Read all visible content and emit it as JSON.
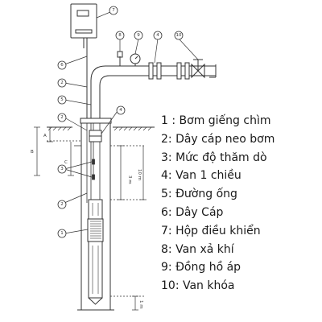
{
  "legend": {
    "items": [
      {
        "id": "1",
        "label": "1 : Bơm giếng chìm"
      },
      {
        "id": "2",
        "label": "2: Dây cáp neo bơm"
      },
      {
        "id": "3",
        "label": "3: Mức độ thăm dò"
      },
      {
        "id": "4",
        "label": "4: Van 1 chiều"
      },
      {
        "id": "5",
        "label": "5: Đường ống"
      },
      {
        "id": "6",
        "label": "6: Dây Cáp"
      },
      {
        "id": "7",
        "label": "7: Hộp điều khiển"
      },
      {
        "id": "8",
        "label": "8: Van xả khí"
      },
      {
        "id": "9",
        "label": "9: Đồng hồ áp"
      },
      {
        "id": "10",
        "label": "10: Van khóa"
      }
    ]
  },
  "callouts": {
    "c7": "7",
    "c8": "8",
    "c9": "9",
    "c4a": "4",
    "c10": "10",
    "c6": "6",
    "c2a": "2",
    "c5": "5",
    "c4b": "4",
    "c2b": "2",
    "c3": "3",
    "c2c": "2",
    "c1": "1"
  },
  "dimensions": {
    "A": "A",
    "B": "B",
    "C": "C",
    "m3": "3 m",
    "m10": "10 m",
    "m1": "1 m"
  },
  "colors": {
    "line": "#333333",
    "text": "#1a1a1a"
  }
}
